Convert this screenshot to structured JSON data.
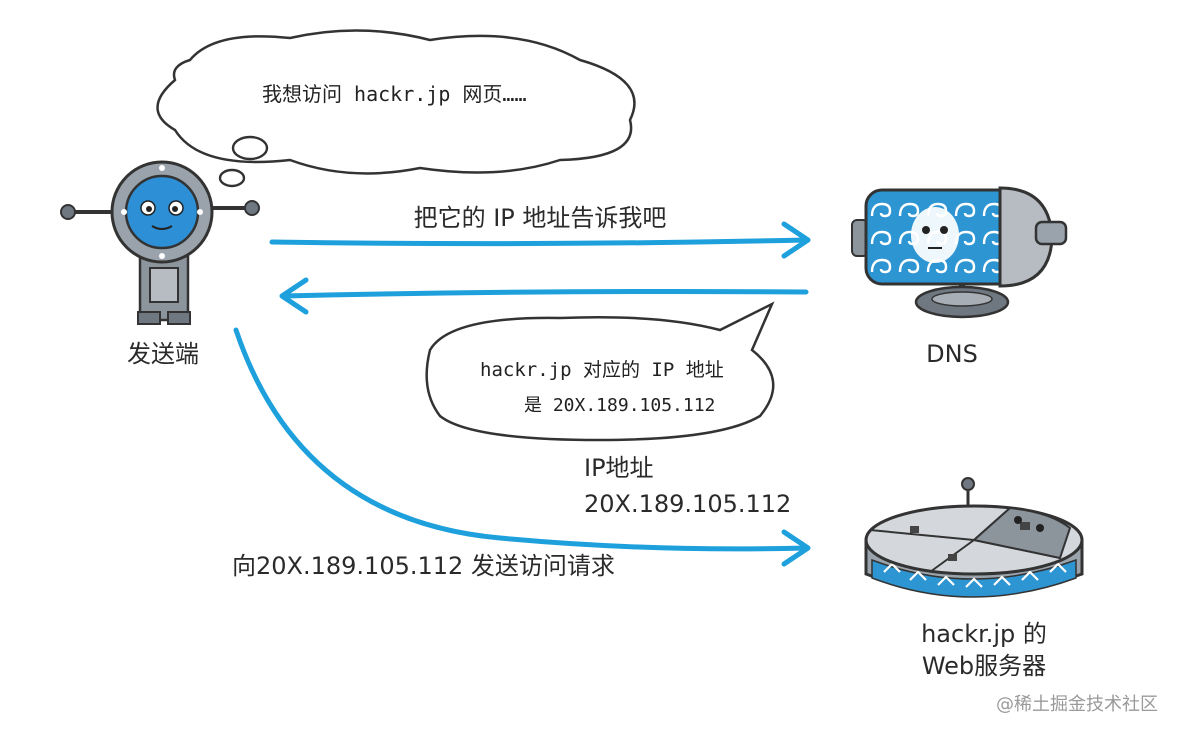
{
  "bubbles": {
    "sender_thought": "我想访问 hackr.jp 网页……",
    "dns_reply_line1": "hackr.jp 对应的 IP 地址",
    "dns_reply_line2": "是 20X.189.105.112"
  },
  "arrows": {
    "query_label": "把它的 IP 地址告诉我吧",
    "ip_label_line1": "IP地址",
    "ip_label_line2": "20X.189.105.112",
    "request_label": "向20X.189.105.112 发送访问请求"
  },
  "nodes": {
    "sender_label": "发送端",
    "dns_label": "DNS",
    "server_label_line1": "hackr.jp 的",
    "server_label_line2": "Web服务器"
  },
  "watermark": "@稀土掘金技术社区",
  "colors": {
    "arrow": "#1ea0dc",
    "robot_body": "#9aa3ac",
    "robot_face": "#2d8fd6",
    "dns_pattern": "#2e95d3"
  }
}
